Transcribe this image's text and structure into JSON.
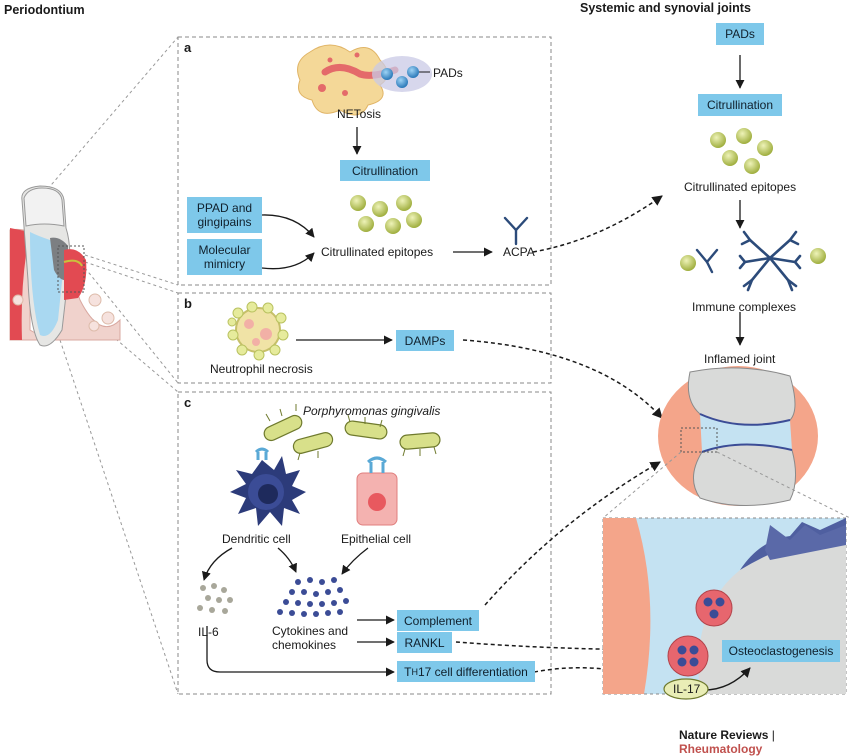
{
  "headers": {
    "periodontium": "Periodontium",
    "joints": "Systemic and synovial joints"
  },
  "panels": {
    "a": {
      "letter": "a",
      "pads": "PADs",
      "netosis": "NETosis",
      "citrullination": "Citrullination",
      "ppad": "PPAD and gingipains",
      "mimicry": "Molecular mimicry",
      "epitopes": "Citrullinated epitopes",
      "acpa": "ACPA"
    },
    "b": {
      "letter": "b",
      "necrosis": "Neutrophil necrosis",
      "damps": "DAMPs"
    },
    "c": {
      "letter": "c",
      "pg": "Porphyromonas gingivalis",
      "dendritic": "Dendritic cell",
      "epithelial": "Epithelial cell",
      "il6": "IL-6",
      "cytokines": "Cytokines and chemokines",
      "complement": "Complement",
      "rankl": "RANKL",
      "th17_t": "T",
      "th17_h": "H",
      "th17_rest": "17 cell differentiation"
    }
  },
  "joints": {
    "pads": "PADs",
    "citrullination": "Citrullination",
    "epitopes": "Citrullinated epitopes",
    "immune": "Immune complexes",
    "inflamed": "Inflamed joint",
    "osteo": "Osteoclastogenesis",
    "il17": "IL-17"
  },
  "footer": {
    "brand": "Nature Reviews",
    "separator": "|",
    "journal": "Rheumatology"
  },
  "colors": {
    "box": "#7ec8ea",
    "epitope": "#c5d26a",
    "dendritic": "#2c3b7a",
    "epithelial": "#f2a8a8",
    "bacteria": "#d8e08a",
    "bone": "#d9dad9",
    "cartilage": "#c4e2f2",
    "synovium": "#f4a58a",
    "osteoclast": "#e7666e",
    "rheumatology": "#c0504d"
  }
}
